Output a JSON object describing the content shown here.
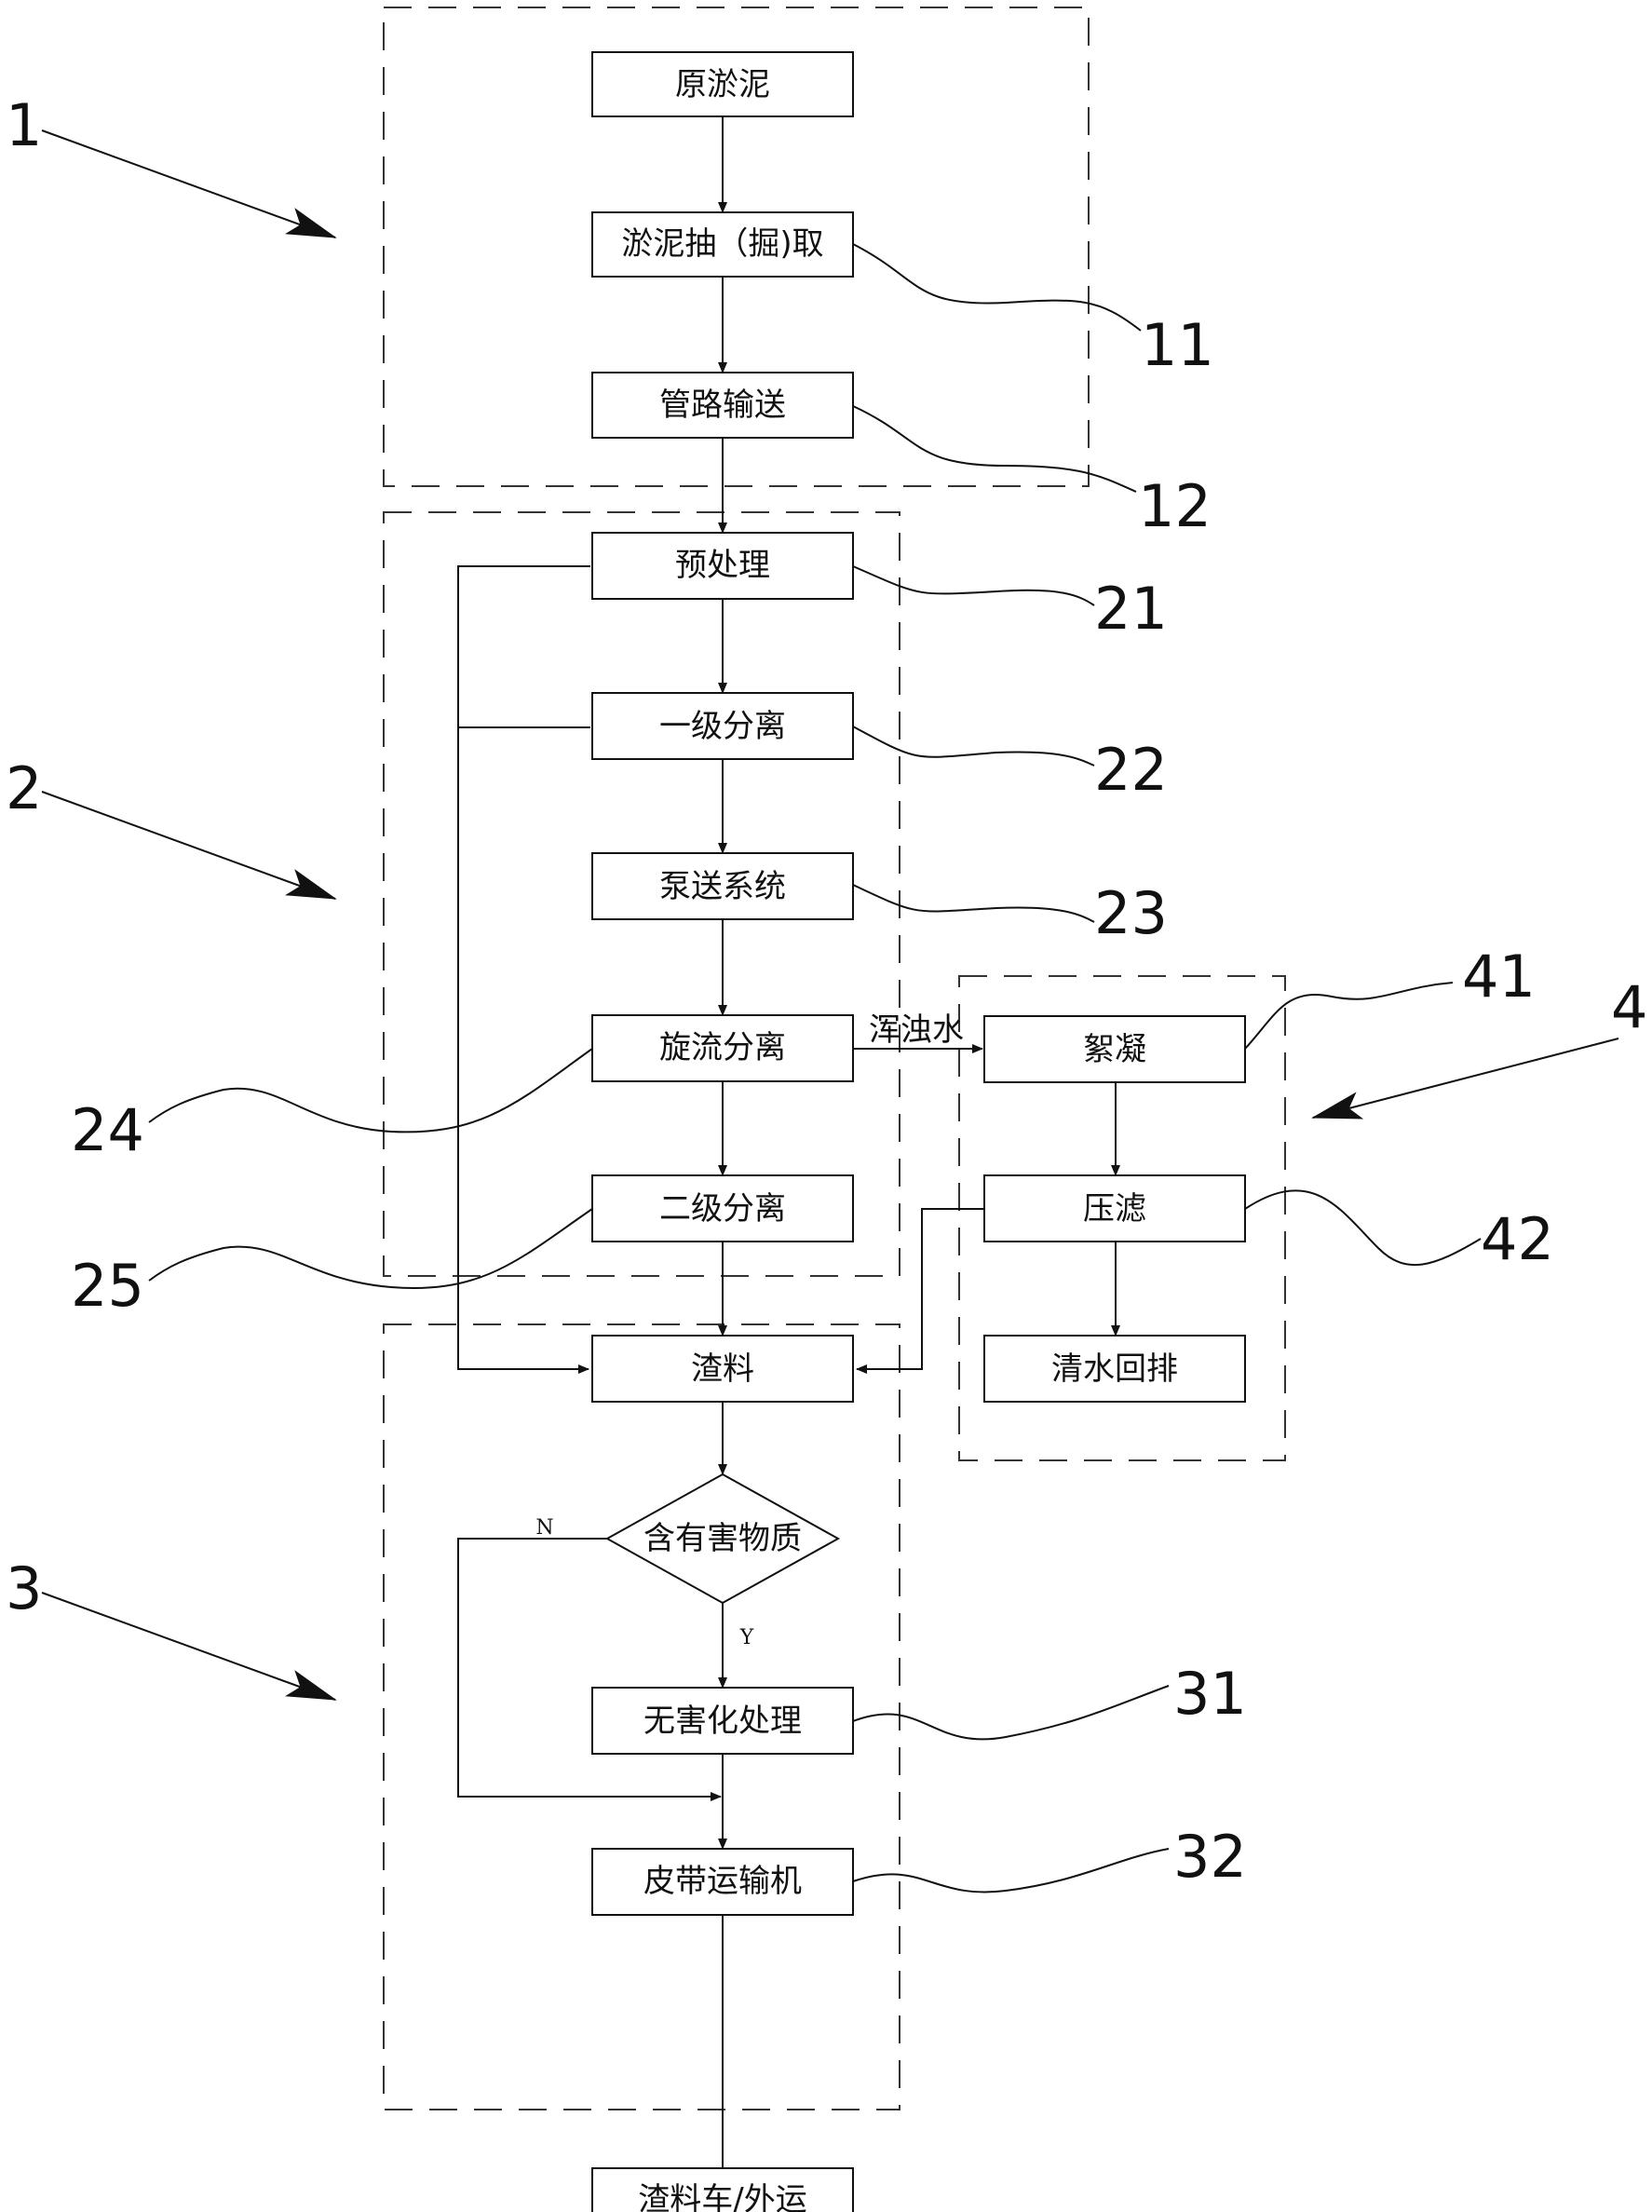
{
  "diagram": {
    "stages": {
      "s1": "1",
      "s2": "2",
      "s3": "3",
      "s4": "4"
    },
    "nodes": {
      "raw_sludge": "原淤泥",
      "extraction": "淤泥抽（掘)取",
      "pipeline": "管路输送",
      "pretreatment": "预处理",
      "primary_separation": "一级分离",
      "pump_system": "泵送系统",
      "cyclone_separation": "旋流分离",
      "secondary_separation": "二级分离",
      "residue": "渣料",
      "hazard_check": "含有害物质",
      "harmless_treatment": "无害化处理",
      "belt_conveyor": "皮带运输机",
      "residue_truck": "渣料车/外运",
      "flocculation": "絮凝",
      "filter_press": "压滤",
      "clear_water": "清水回排"
    },
    "edge_labels": {
      "turbid_water": "浑浊水",
      "no": "N",
      "yes": "Y"
    },
    "refs": {
      "r11": "11",
      "r12": "12",
      "r21": "21",
      "r22": "22",
      "r23": "23",
      "r24": "24",
      "r25": "25",
      "r31": "31",
      "r32": "32",
      "r41": "41",
      "r42": "42"
    }
  }
}
